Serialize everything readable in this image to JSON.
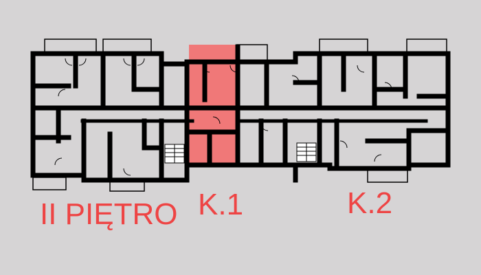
{
  "floor_label": "II PIĘTRO",
  "units": [
    {
      "label": "K.1",
      "highlighted": true
    },
    {
      "label": "K.2",
      "highlighted": false
    }
  ],
  "colors": {
    "background": "#d6d4d5",
    "wall": "#000000",
    "highlight": "#f07878",
    "label": "#ee4444"
  }
}
